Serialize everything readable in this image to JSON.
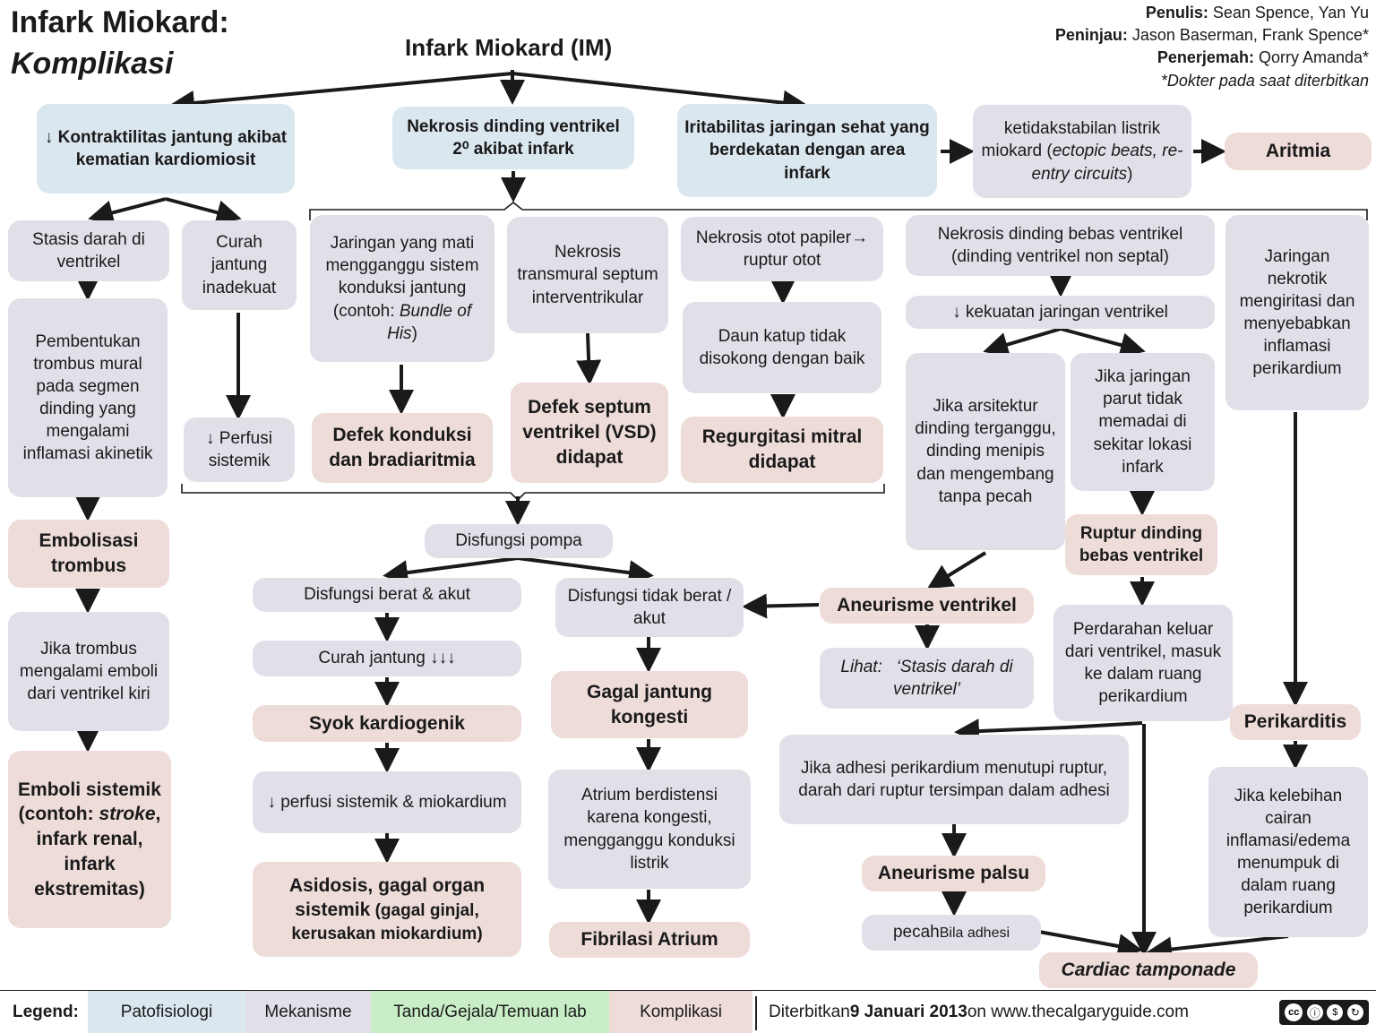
{
  "header": {
    "title_line1": "Infark Miokard:",
    "title_line2": "Komplikasi",
    "root": "Infark Miokard (IM)",
    "penulis_label": "Penulis:",
    "penulis": " Sean Spence, Yan Yu",
    "peninjau_label": "Peninjau:",
    "peninjau": " Jason Baserman, Frank Spence*",
    "penerjemah_label": "Penerjemah:",
    "penerjemah": " Qorry Amanda*",
    "note": "*Dokter pada saat diterbitkan"
  },
  "nodes": {
    "kontraktilitas": "↓ Kontraktilitas jantung akibat kematian kardiomiosit",
    "nekrosis_dinding": "Nekrosis dinding ventrikel 2⁰ akibat infark",
    "iritabilitas": "Iritabilitas jaringan sehat yang berdekatan dengan area infark",
    "ketidakstabilan_pre": "ketidakstabilan listrik miokard (",
    "ketidakstabilan_em": "ectopic beats, re-entry circuits",
    "ketidakstabilan_post": ")",
    "aritmia": "Aritmia",
    "stasis": "Stasis darah di ventrikel",
    "curah": "Curah jantung inadekuat",
    "trombus": "Pembentukan trombus mural pada segmen dinding yang mengalami inflamasi akinetik",
    "perfusi": "↓ Perfusi sistemik",
    "embolisasi": "Embolisasi trombus",
    "jika_trombus": "Jika trombus mengalami emboli dari ventrikel kiri",
    "emboli_l1": "Emboli sistemik (contoh:",
    "emboli_stroke": "stroke",
    "emboli_l2": ", infark renal, infark ekstremitas)",
    "jaringan_mati": "Jaringan yang mati mengganggu sistem konduksi jantung (contoh:",
    "jaringan_mati_em": "Bundle of His",
    "jaringan_mati_post": ")",
    "defek_konduksi": "Defek konduksi dan bradiaritmia",
    "nekrosis_septum": "Nekrosis transmural septum interventrikular",
    "vsd": "Defek septum ventrikel (VSD) didapat",
    "nekrosis_otot": "Nekrosis otot papiler→ ruptur otot",
    "daun_katup": "Daun katup tidak disokong dengan baik",
    "regurgitasi": "Regurgitasi mitral didapat",
    "nekrosis_bebas": "Nekrosis dinding bebas ventrikel (dinding ventrikel non septal)",
    "kekuatan": "↓ kekuatan jaringan ventrikel",
    "arsitektur": "Jika arsitektur dinding terganggu, dinding menipis dan mengembang tanpa pecah",
    "parut": "Jika jaringan parut tidak memadai di sekitar lokasi infark",
    "ruptur": "Ruptur dinding bebas ventrikel",
    "perdarahan": "Perdarahan keluar dari ventrikel, masuk ke dalam ruang perikardium",
    "jaringan_nekrotik": "Jaringan nekrotik mengiritasi dan menyebabkan inflamasi perikardium",
    "perikarditis": "Perikarditis",
    "kelebihan": "Jika kelebihan cairan inflamasi/edema menumpuk di dalam ruang perikardium",
    "disfungsi_pompa": "Disfungsi pompa",
    "disfungsi_berat": "Disfungsi berat & akut",
    "curah_turun": "Curah jantung ↓↓↓",
    "syok": "Syok kardiogenik",
    "perfusi_miokard": "↓ perfusi sistemik & miokardium",
    "asidosis_b": "Asidosis, gagal organ sistemik",
    "asidosis_s": " (gagal ginjal, kerusakan miokardium)",
    "disfungsi_tidak": "Disfungsi tidak berat / akut",
    "gagal_jantung": "Gagal jantung kongesti",
    "atrium": "Atrium berdistensi karena kongesti, mengganggu konduksi listrik",
    "fibrilasi": "Fibrilasi Atrium",
    "aneurisme": "Aneurisme ventrikel",
    "lihat_label": "Lihat:",
    "lihat_ref": "‘Stasis darah di ventrikel’",
    "adhesi": "Jika adhesi perikardium menutupi ruptur, darah dari ruptur tersimpan dalam adhesi",
    "aneurisme_palsu": "Aneurisme palsu",
    "pecah_a": "pecah",
    "pecah_b": "Bila adhesi",
    "tamponade": "Cardiac tamponade"
  },
  "legend": {
    "label": "Legend:",
    "items": [
      "Patofisiologi",
      "Mekanisme",
      "Tanda/Gejala/Temuan lab",
      "Komplikasi"
    ],
    "colors": {
      "patofisiologi": "#dbe7ef",
      "mekanisme": "#e3dfe9",
      "tanda": "#c9eec7",
      "komplikasi": "#eddcd8"
    },
    "published_pre": "Diterbitkan ",
    "published_date": "9 Januari 2013",
    "published_post": " on www.thecalgaryguide.com",
    "license_icon": "creative-commons-by-nc-sa"
  }
}
